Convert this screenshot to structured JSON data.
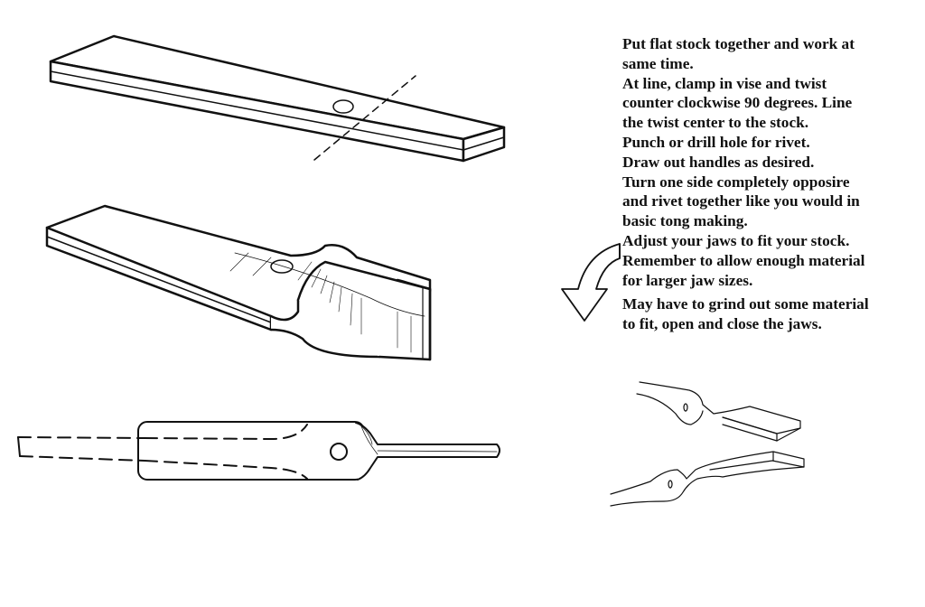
{
  "instructions": {
    "lines": [
      "Put flat stock together and work at",
      "same time.",
      "At line, clamp in vise and twist",
      "counter clockwise 90 degrees.  Line",
      "the twist center to the stock.",
      "Punch or drill hole for rivet.",
      "Draw out handles as desired.",
      "Turn one side completely opposire",
      "and rivet together like you would in",
      "basic tong making.",
      "Adjust your jaws to fit your stock.",
      "Remember to allow enough material",
      "for larger jaw sizes."
    ],
    "note_lines": [
      "May have to grind out some material",
      "to fit, open and close the jaws."
    ]
  },
  "figures": {
    "step1": "flat-stock-with-hole-and-cut-line",
    "step2": "twisted-stock-90-degrees",
    "step3": "drawn-out-handle-side-view",
    "step4": "finished-tong-jaws",
    "arrow": "counter-clockwise-twist-arrow"
  },
  "colors": {
    "ink": "#111111",
    "background": "#ffffff"
  }
}
